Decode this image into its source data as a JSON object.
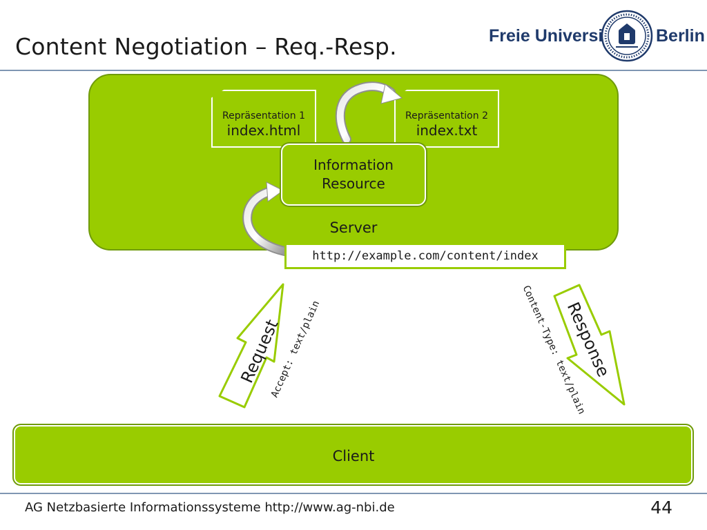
{
  "slide": {
    "title": "Content Negotiation – Req.-Resp."
  },
  "logo": {
    "left_word": "Freie Universität",
    "right_word": "Berlin",
    "seal_text": "VERITAS · IUSTITIA · LIBERTAS"
  },
  "diagram": {
    "server_label": "Server",
    "representations": [
      {
        "title": "Repräsentation 1",
        "file": "index.html"
      },
      {
        "title": "Repräsentation 2",
        "file": "index.txt"
      }
    ],
    "info_resource": {
      "line1": "Information",
      "line2": "Resource"
    },
    "url": "http://example.com/content/index",
    "request_label": "Request",
    "response_label": "Response",
    "accept_header": "Accept: text/plain",
    "content_type_header": "Content-Type: text/plain",
    "client_label": "Client"
  },
  "footer": {
    "text": "AG Netzbasierte Informationssysteme http://www.ag-nbi.de",
    "page_number": "44"
  },
  "colors": {
    "accent_green": "#99cc00",
    "dark_green": "#6f9a0a",
    "brand_blue": "#1f3a6b",
    "rule_blue": "#7f96b2"
  }
}
